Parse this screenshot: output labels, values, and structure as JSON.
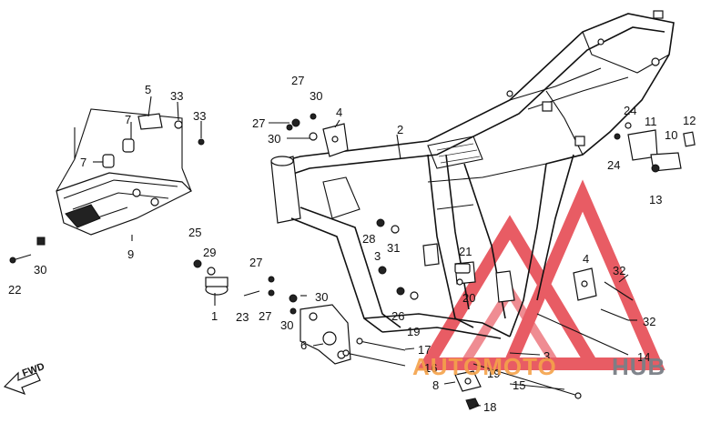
{
  "diagram": {
    "callouts": [
      {
        "id": "c1",
        "text": "1"
      },
      {
        "id": "c2",
        "text": "2"
      },
      {
        "id": "c3a",
        "text": "3"
      },
      {
        "id": "c3b",
        "text": "3"
      },
      {
        "id": "c4a",
        "text": "4"
      },
      {
        "id": "c4b",
        "text": "4"
      },
      {
        "id": "c5",
        "text": "5"
      },
      {
        "id": "c6",
        "text": "6"
      },
      {
        "id": "c7a",
        "text": "7"
      },
      {
        "id": "c7b",
        "text": "7"
      },
      {
        "id": "c8",
        "text": "8"
      },
      {
        "id": "c9",
        "text": "9"
      },
      {
        "id": "c10",
        "text": "10"
      },
      {
        "id": "c11",
        "text": "11"
      },
      {
        "id": "c12",
        "text": "12"
      },
      {
        "id": "c13",
        "text": "13"
      },
      {
        "id": "c14",
        "text": "14"
      },
      {
        "id": "c15",
        "text": "15"
      },
      {
        "id": "c16",
        "text": "16"
      },
      {
        "id": "c17",
        "text": "17"
      },
      {
        "id": "c18",
        "text": "18"
      },
      {
        "id": "c19a",
        "text": "19"
      },
      {
        "id": "c19b",
        "text": "19"
      },
      {
        "id": "c20",
        "text": "20"
      },
      {
        "id": "c21",
        "text": "21"
      },
      {
        "id": "c22",
        "text": "22"
      },
      {
        "id": "c23",
        "text": "23"
      },
      {
        "id": "c24a",
        "text": "24"
      },
      {
        "id": "c24b",
        "text": "24"
      },
      {
        "id": "c25",
        "text": "25"
      },
      {
        "id": "c26",
        "text": "26"
      },
      {
        "id": "c27a",
        "text": "27"
      },
      {
        "id": "c27b",
        "text": "27"
      },
      {
        "id": "c27c",
        "text": "27"
      },
      {
        "id": "c27d",
        "text": "27"
      },
      {
        "id": "c28",
        "text": "28"
      },
      {
        "id": "c29",
        "text": "29"
      },
      {
        "id": "c30a",
        "text": "30"
      },
      {
        "id": "c30b",
        "text": "30"
      },
      {
        "id": "c30c",
        "text": "30"
      },
      {
        "id": "c30d",
        "text": "30"
      },
      {
        "id": "c30e",
        "text": "30"
      },
      {
        "id": "c31",
        "text": "31"
      },
      {
        "id": "c32a",
        "text": "32"
      },
      {
        "id": "c32b",
        "text": "32"
      },
      {
        "id": "c33a",
        "text": "33"
      },
      {
        "id": "c33b",
        "text": "33"
      }
    ],
    "fwd_label": "FWD",
    "watermark": {
      "text_orange": "AUTOMOTO",
      "text_gray": "HUB",
      "color_red": "#e5404a",
      "color_orange": "#f5a24a",
      "color_gray": "#7a7f86"
    }
  }
}
